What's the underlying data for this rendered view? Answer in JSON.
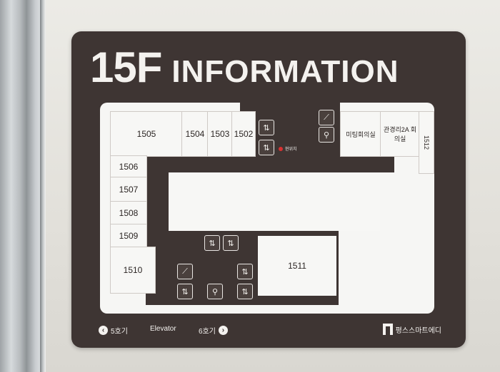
{
  "sign": {
    "floor": "15F",
    "title": "INFORMATION"
  },
  "rooms": {
    "r1505": "1505",
    "r1504": "1504",
    "r1503": "1503",
    "r1502": "1502",
    "r1506": "1506",
    "r1507": "1507",
    "r1508": "1508",
    "r1509": "1509",
    "r1510": "1510",
    "r1511": "1511",
    "r1512": "1512",
    "meeting": "미팅회의실",
    "exec": "관경리2A 회의실"
  },
  "markers": {
    "you_are_here": "현위치"
  },
  "footer": {
    "left_nav": "5호기",
    "center": "Elevator",
    "right_nav": "6호기",
    "brand": "평스스마트에디"
  },
  "icons": [
    "elevator-icon",
    "restroom-icon",
    "stairs-icon",
    "arrow-left-icon",
    "arrow-right-icon"
  ],
  "colors": {
    "sign_bg": "#3e3533",
    "text": "#f4f2ef",
    "map_bg": "#f6f6f4",
    "marker": "#d93131"
  }
}
